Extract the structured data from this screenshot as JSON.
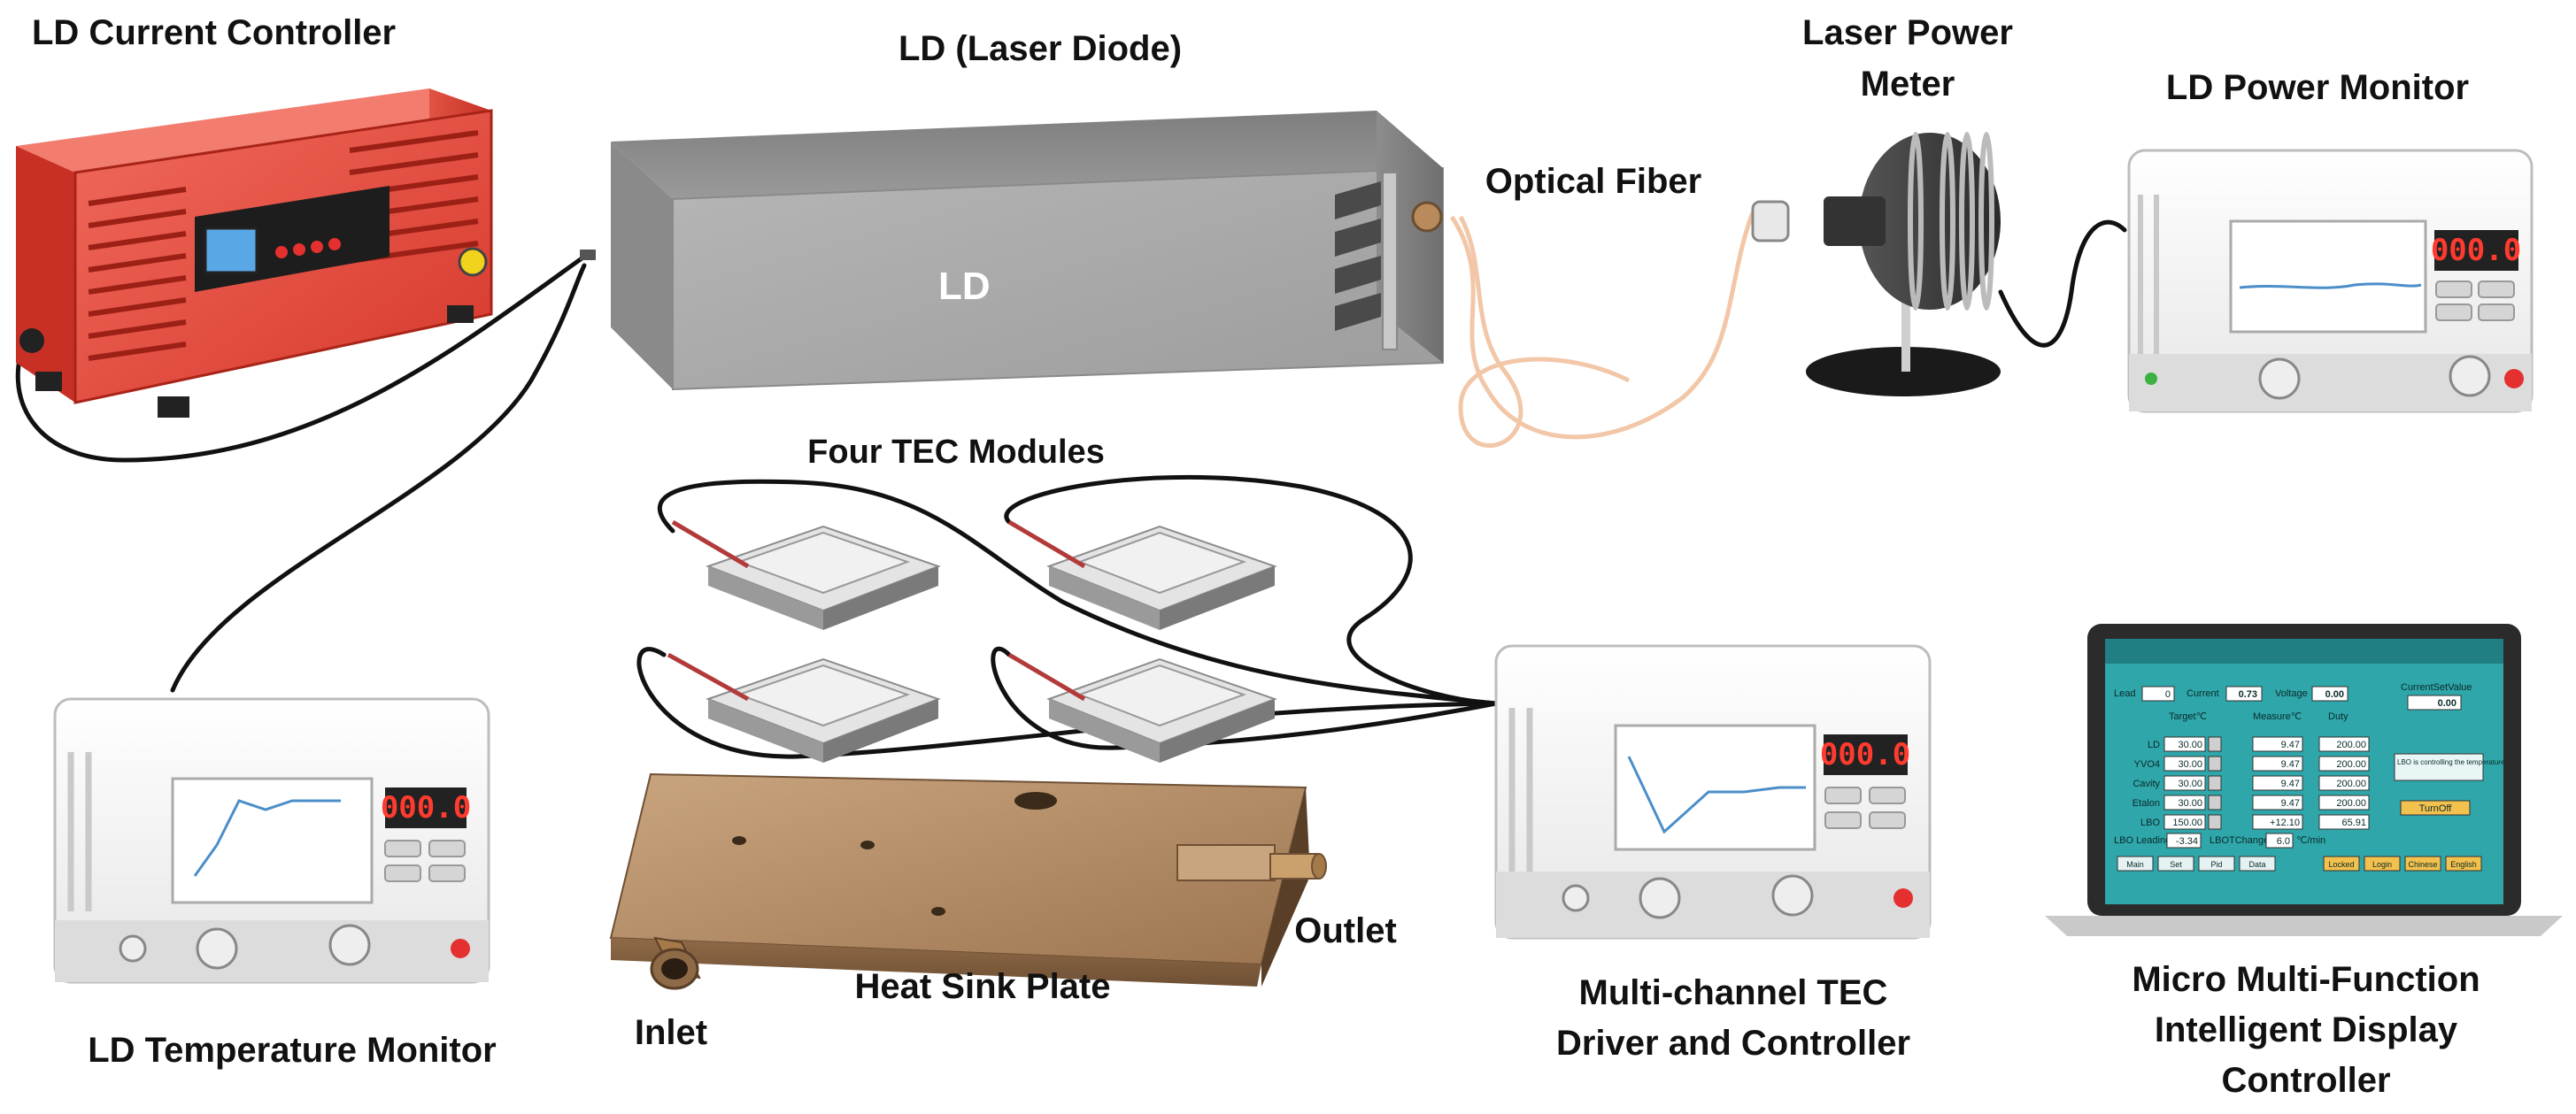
{
  "labels": {
    "ld_current_controller": "LD Current Controller",
    "ld_laser_diode": "LD (Laser Diode)",
    "ld_body": "LD",
    "optical_fiber": "Optical Fiber",
    "laser_power_meter_1": "Laser Power",
    "laser_power_meter_2": "Meter",
    "ld_power_monitor": "LD Power Monitor",
    "four_tec_modules": "Four TEC Modules",
    "ld_temperature_monitor": "LD Temperature Monitor",
    "heat_sink_plate": "Heat Sink Plate",
    "inlet": "Inlet",
    "outlet": "Outlet",
    "tec_driver_1": "Multi-channel TEC",
    "tec_driver_2": "Driver and Controller",
    "display_controller_1": "Micro Multi-Function",
    "display_controller_2": "Intelligent Display",
    "display_controller_3": "Controller"
  },
  "readouts": {
    "power_monitor": "000.0",
    "temperature_monitor": "000.0",
    "tec_driver": "000.0"
  },
  "laptop_screen": {
    "row_labels": [
      "LD",
      "YVO4",
      "Cavity",
      "Etalon",
      "LBO"
    ],
    "target_col_header": "Target℃",
    "measure_col_header": "Measure℃",
    "duty_col_header": "Duty",
    "target_values": [
      "30.00",
      "30.00",
      "30.00",
      "30.00",
      "150.00"
    ],
    "measure_values": [
      "9.47",
      "9.47",
      "9.47",
      "9.47",
      "+12.10"
    ],
    "duty_values": [
      "200.00",
      "200.00",
      "200.00",
      "200.00",
      "65.91"
    ],
    "top_fields": {
      "lead_label": "Lead",
      "lead_value": "0",
      "current_label": "Current",
      "current_value": "0.73",
      "voltage_label": "Voltage",
      "voltage_value": "0.00",
      "current_set_label": "CurrentSetValue",
      "current_set_value": "0.00"
    },
    "lbo_leading_label": "LBO Leading",
    "lbo_leading_value": "-3.34",
    "lbo_change_label": "LBOTChange",
    "lbo_change_value": "6.0",
    "lbo_change_unit": "℃/min",
    "status_note": "LBO is controlling the temperature.",
    "turn_off_button": "TurnOff",
    "bottom_buttons_left": [
      "Main",
      "Set",
      "Pid",
      "Data"
    ],
    "bottom_buttons_right": [
      "Locked",
      "Login",
      "Chinese",
      "English"
    ]
  },
  "colors": {
    "controller_red": "#e8473a",
    "ld_gray": "#a8a8a8",
    "fiber": "#f2c7a8",
    "heat_sink": "#b08a63",
    "screen_teal": "#2fa6a9",
    "led_red": "#e53030"
  }
}
